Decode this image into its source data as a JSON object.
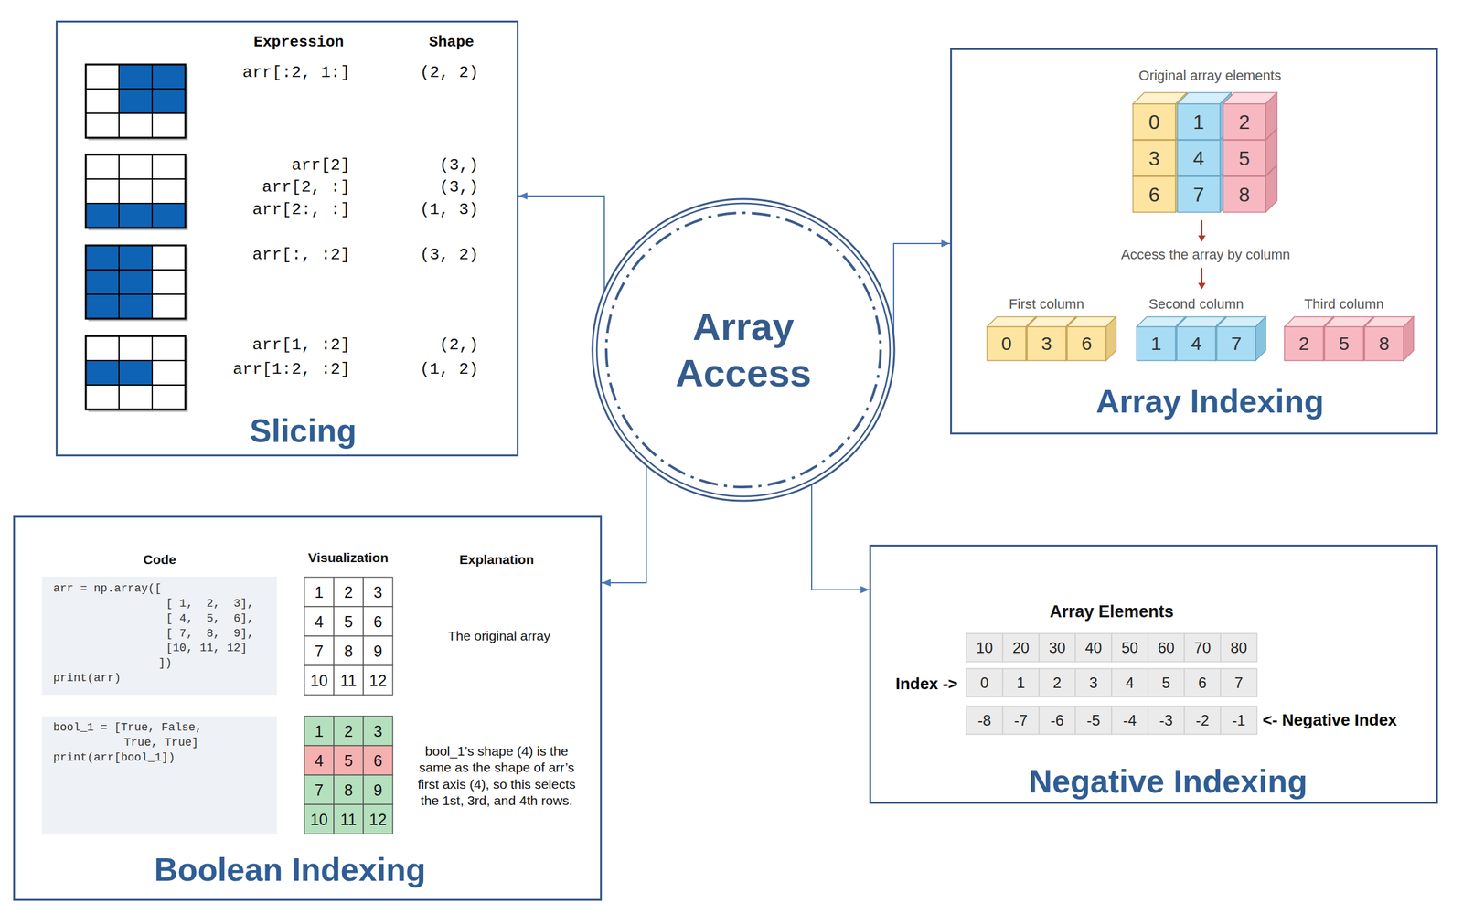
{
  "diagram": {
    "nodes": [
      {
        "text": [
          "Slicing"
        ]
      },
      {
        "text": [
          "Array Access"
        ]
      },
      {
        "text": [
          "Array Indexing"
        ]
      },
      {
        "text": [
          "Boolean Indexing"
        ]
      },
      {
        "text": [
          "Negative Indexing"
        ]
      }
    ],
    "edges": [
      {
        "from": 1,
        "to": 0,
        "arrow": "to"
      },
      {
        "from": 1,
        "to": 2,
        "arrow": "to"
      },
      {
        "from": 1,
        "to": 3,
        "arrow": "to"
      },
      {
        "from": 1,
        "to": 4,
        "arrow": "to"
      }
    ],
    "labels": [
      "Expression",
      "Shape",
      "arr[:2, 1:]",
      "(2, 2)",
      "arr[2]",
      "(3,)",
      "arr[2, :]",
      "(3,)",
      "arr[2:, :]",
      "(1, 3)",
      "arr[:, :2]",
      "(3, 2)",
      "arr[1, :2]",
      "(2,)",
      "arr[1:2, :2]",
      "(1, 2)",
      "Original array elements",
      "0",
      "1",
      "2",
      "3",
      "4",
      "5",
      "6",
      "7",
      "8",
      "Access the array by column",
      "First column",
      "Second column",
      "Third column",
      "0",
      "3",
      "6",
      "1",
      "4",
      "7",
      "2",
      "5",
      "8",
      "Array Elements",
      "Index ->",
      "10",
      "20",
      "30",
      "40",
      "50",
      "60",
      "70",
      "80",
      "0",
      "1",
      "2",
      "3",
      "4",
      "5",
      "6",
      "7",
      "-8",
      "-7",
      "-6",
      "-5",
      "-4",
      "-3",
      "-2",
      "-1",
      "<- Negative Index",
      "Code",
      "Visualization",
      "Explanation",
      "arr = np.array([",
      "[ 1,  2,  3],",
      "[ 4,  5,  6],",
      "[ 7,  8,  9],",
      "[10, 11, 12]",
      "])",
      "print(arr)",
      "1",
      "2",
      "3",
      "4",
      "5",
      "6",
      "7",
      "8",
      "9",
      "10",
      "11",
      "12",
      "The original array",
      "bool_1 = [True, False,",
      "True, True]",
      "print(arr[bool_1])",
      "1",
      "2",
      "3",
      "4",
      "5",
      "6",
      "7",
      "8",
      "9",
      "10",
      "11",
      "12",
      "bool_1’s shape (4) is the same as the shape of arr’s first axis (4), so this selects the 1st, 3rd, and 4th rows."
    ]
  }
}
